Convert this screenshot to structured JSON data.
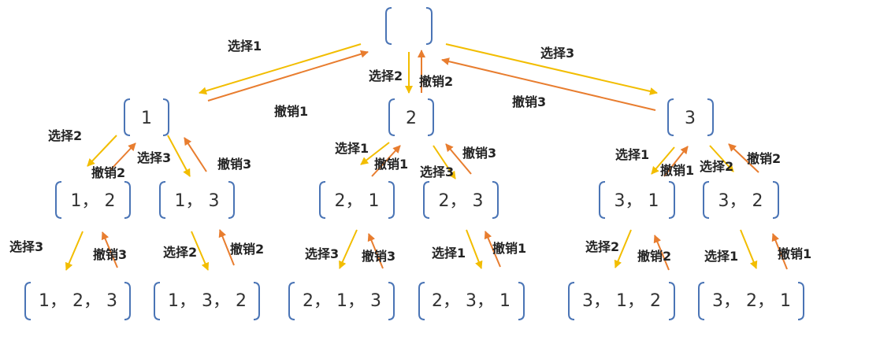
{
  "colors": {
    "select_arrow": "#f2bd00",
    "undo_arrow": "#e87d2f",
    "bracket": "#4a74b5",
    "text": "#333333"
  },
  "nodes": {
    "root": "",
    "n1": "1",
    "n2": "2",
    "n3": "3",
    "n12": "1， 2",
    "n13": "1， 3",
    "n21": "2， 1",
    "n23": "2， 3",
    "n31": "3， 1",
    "n32": "3， 2",
    "n123": "1， 2， 3",
    "n132": "1， 3， 2",
    "n213": "2， 1， 3",
    "n231": "2， 3， 1",
    "n312": "3， 1， 2",
    "n321": "3， 2， 1"
  },
  "labels": {
    "select1": "选择1",
    "select2": "选择2",
    "select3": "选择3",
    "undo1": "撤销1",
    "undo2": "撤销2",
    "undo3": "撤销3"
  }
}
